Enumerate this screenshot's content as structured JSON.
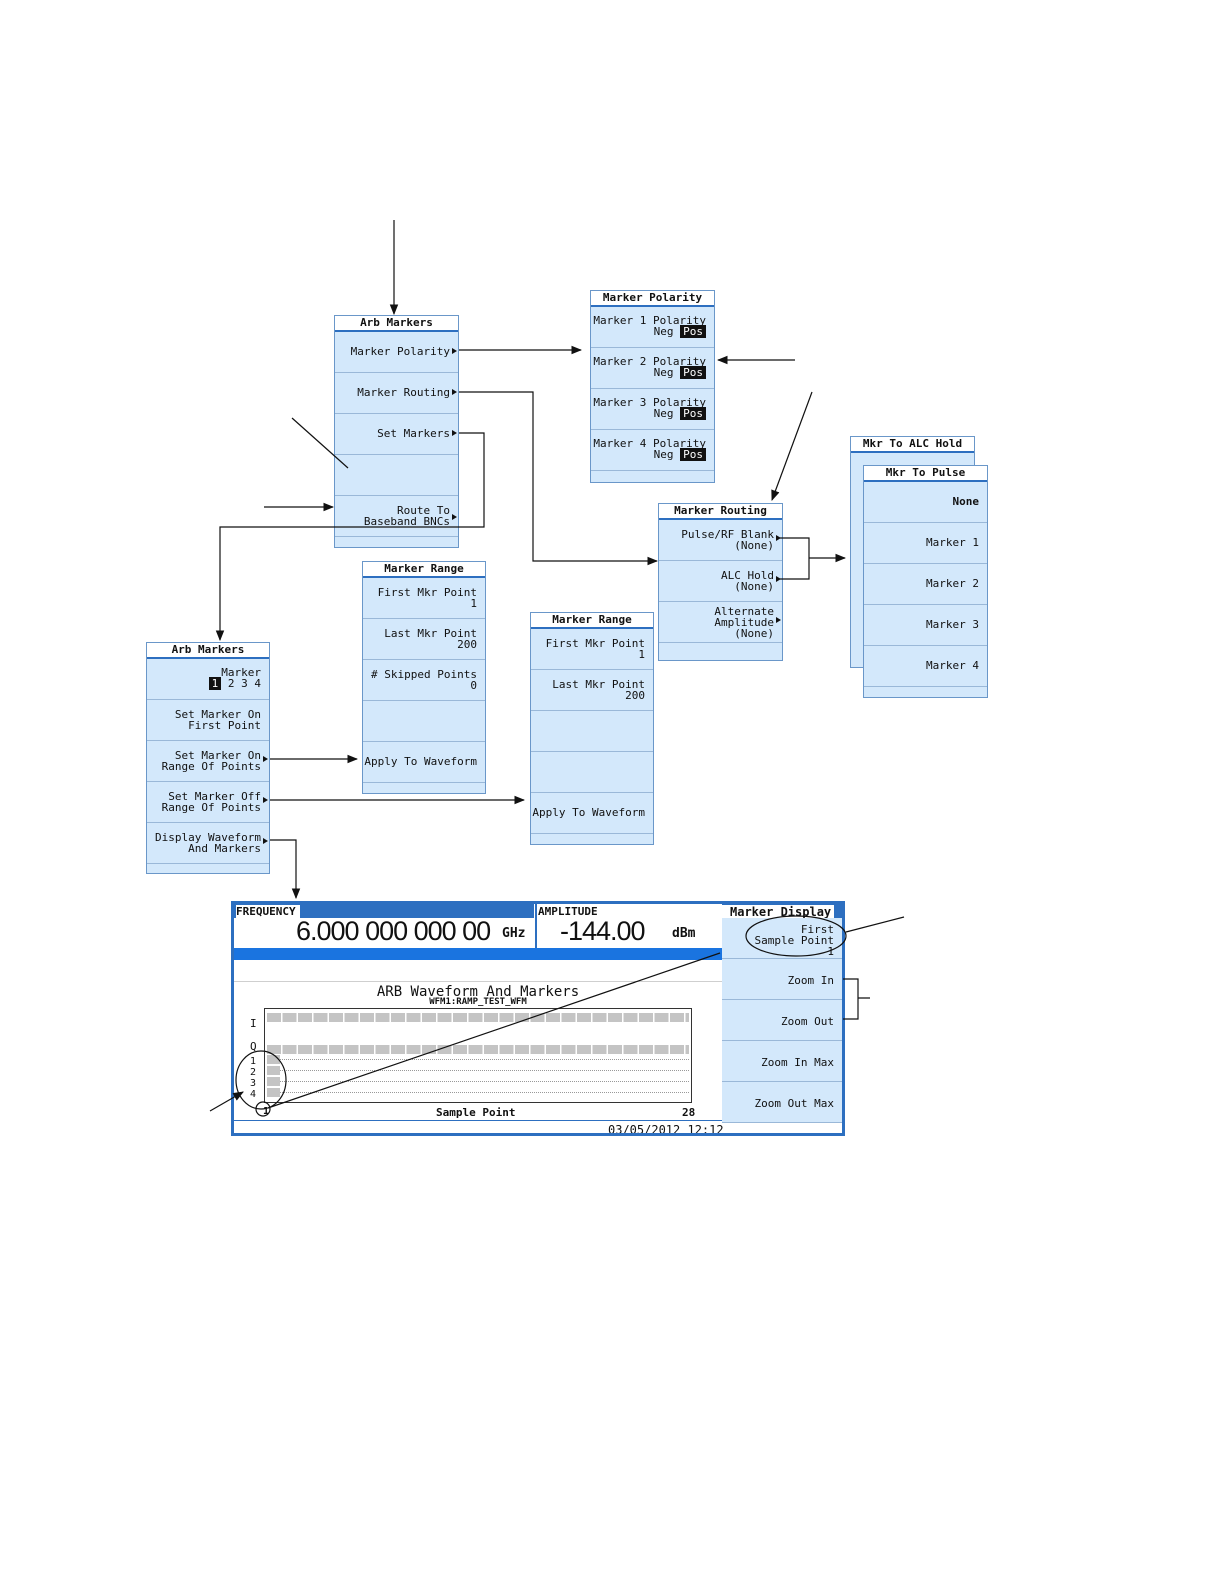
{
  "arb_markers_top": {
    "title": "Arb Markers",
    "keys": [
      "Marker Polarity",
      "Marker Routing",
      "Set Markers",
      "Route To",
      "Baseband BNCs"
    ]
  },
  "marker_polarity": {
    "title": "Marker Polarity",
    "keys": [
      {
        "label": "Marker 1 Polarity",
        "neg": "Neg",
        "pos": "Pos"
      },
      {
        "label": "Marker 2 Polarity",
        "neg": "Neg",
        "pos": "Pos"
      },
      {
        "label": "Marker 3 Polarity",
        "neg": "Neg",
        "pos": "Pos"
      },
      {
        "label": "Marker 4 Polarity",
        "neg": "Neg",
        "pos": "Pos"
      }
    ]
  },
  "marker_routing": {
    "title": "Marker Routing",
    "keys": [
      {
        "line1": "Pulse/RF Blank",
        "line2": "(None)"
      },
      {
        "line1": "ALC Hold",
        "line2": "(None)"
      },
      {
        "line1": "Alternate",
        "line2": "Amplitude",
        "line3": "(None)"
      }
    ]
  },
  "mkr_alc_hold": {
    "title": "Mkr To ALC Hold"
  },
  "mkr_pulse": {
    "title": "Mkr To Pulse",
    "keys": [
      "None",
      "Marker 1",
      "Marker 2",
      "Marker 3",
      "Marker 4"
    ]
  },
  "marker_range_1": {
    "title": "Marker Range",
    "first_label": "First Mkr Point",
    "first_value": "1",
    "last_label": "Last Mkr Point",
    "last_value": "200",
    "skipped_label": "# Skipped Points",
    "skipped_value": "0",
    "apply": "Apply To Waveform"
  },
  "marker_range_2": {
    "title": "Marker Range",
    "first_label": "First Mkr Point",
    "first_value": "1",
    "last_label": "Last Mkr Point",
    "last_value": "200",
    "apply": "Apply To Waveform"
  },
  "arb_markers_left": {
    "title": "Arb Markers",
    "marker_label": "Marker",
    "marker_selected": "1",
    "marker_others": "2  3  4",
    "keys": [
      {
        "line1": "Set Marker On",
        "line2": "First Point"
      },
      {
        "line1": "Set Marker On",
        "line2": "Range Of Points"
      },
      {
        "line1": "Set Marker Off",
        "line2": "Range Of Points"
      },
      {
        "line1": "Display Waveform",
        "line2": "And Markers"
      }
    ]
  },
  "screen": {
    "frequency_label": "FREQUENCY",
    "frequency_value": "6.000 000 000 00",
    "frequency_unit": "GHz",
    "amplitude_label": "AMPLITUDE",
    "amplitude_value": "-144.00",
    "amplitude_unit": "dBm",
    "graph_title": "ARB Waveform And Markers",
    "graph_subtitle": "WFM1:RAMP_TEST_WFM",
    "row_labels": [
      "I",
      "Q",
      "1",
      "2",
      "3",
      "4"
    ],
    "x_start": "1",
    "x_label": "Sample Point",
    "x_end": "28",
    "timestamp": "03/05/2012  12:12",
    "menu_title": "Marker Display",
    "softkeys": [
      {
        "line1": "First",
        "line2": "Sample Point",
        "line3": "1"
      },
      {
        "line1": "Zoom In"
      },
      {
        "line1": "Zoom Out"
      },
      {
        "line1": "Zoom In Max"
      },
      {
        "line1": "Zoom Out Max"
      }
    ]
  },
  "colors": {
    "softkey_bg": "#d3e8fb",
    "accent_blue": "#2d6fc0",
    "bar_gray": "#c4c4c4"
  }
}
